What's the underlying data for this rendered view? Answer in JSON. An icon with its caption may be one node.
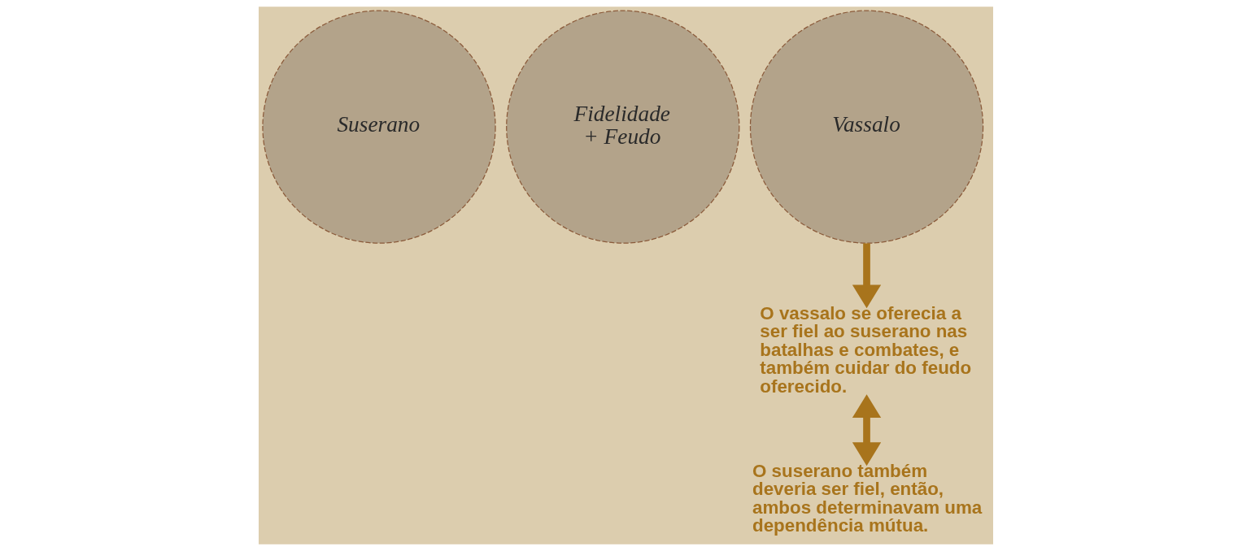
{
  "diagram": {
    "nodes": [
      {
        "text": [
          "Suserano"
        ]
      },
      {
        "text": [
          "Fidelidade + Feudo"
        ]
      },
      {
        "text": [
          "Vassalo"
        ]
      },
      {
        "text": [
          "O vassalo se oferecia a ser fiel ao suserano nas batalhas e combates, e também cuidar do feudo oferecido."
        ]
      },
      {
        "text": [
          "O suserano também deveria ser fiel, então, ambos determinavam uma dependência mútua."
        ]
      }
    ],
    "edges": [
      {
        "from": 2,
        "to": 3,
        "arrow": "to"
      },
      {
        "from": 3,
        "to": 4,
        "arrow": "both"
      }
    ]
  }
}
